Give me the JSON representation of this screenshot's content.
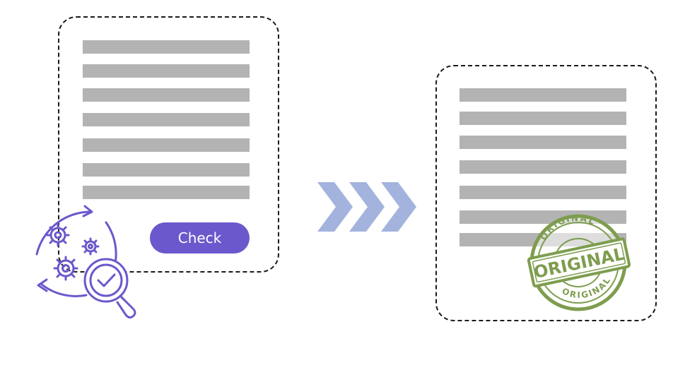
{
  "left_document": {
    "line_count": 7
  },
  "check_button": {
    "label": "Check"
  },
  "right_document": {
    "line_count": 7
  },
  "stamp": {
    "top_text": "ORIGINAL",
    "center_text": "ORIGINAL",
    "bottom_text": "ORIGINAL",
    "color": "#7e9d4e"
  },
  "colors": {
    "accent": "#6a58cc",
    "arrow": "#a3b3de",
    "text_line": "#b3b3b3"
  }
}
